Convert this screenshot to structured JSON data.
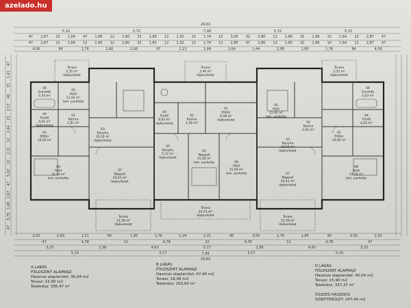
{
  "watermark": "azelado.hu",
  "dims": {
    "top_total": "29,63",
    "top_sub": [
      "5,10",
      "5,72",
      "7,99",
      "5,72",
      "5,10"
    ],
    "top_row1": [
      "47",
      "2,87",
      "12",
      "1,64",
      "47",
      "1,86",
      "12",
      "2,80",
      "32",
      "1,86",
      "12",
      "1,32",
      "12",
      "1,74",
      "12",
      "3,06",
      "32",
      "2,80",
      "12",
      "1,86",
      "32",
      "1,86",
      "12",
      "1,64",
      "12",
      "2,87",
      "47"
    ],
    "top_row2": [
      "47",
      "2,87",
      "12",
      "1,64",
      "12",
      "1,85",
      "12",
      "2,80",
      "32",
      "1,85",
      "12",
      "1,32",
      "12",
      "1,74",
      "12",
      "2,85",
      "47",
      "2,80",
      "12",
      "1,85",
      "32",
      "1,85",
      "15",
      "1,64",
      "12",
      "2,87",
      "47"
    ],
    "top_row3": [
      "4,56",
      "84",
      "1,76",
      "1,80",
      "2,06",
      "97",
      "1,13",
      "1,84",
      "2,64",
      "1,44",
      "2,06",
      "1,80",
      "1,76",
      "84",
      "4,56"
    ],
    "bottom_row1": [
      "2,55",
      "2,63",
      "1,21",
      "90",
      "1,85",
      "1,76",
      "1,24",
      "2,21",
      "90",
      "3,55",
      "1,76",
      "1,85",
      "90",
      "2,55",
      "2,55"
    ],
    "bottom_row2": [
      "47",
      "4,78",
      "12",
      "4,78",
      "32",
      "4,78",
      "12",
      "4,78",
      "47"
    ],
    "bottom_row3": [
      "5,25",
      "2,38",
      "4,63",
      "5,17",
      "2,58",
      "4,63",
      "5,25"
    ],
    "bottom_row4": [
      "5,10",
      "5,17",
      "5,17",
      "5,10"
    ],
    "bottom_total": "29,63",
    "bottom_sub": "7,99",
    "left_col": [
      "47",
      "1,41",
      "15",
      "40",
      "2,17",
      "15",
      "2,44",
      "12",
      "2,11",
      "12",
      "5,02",
      "47",
      "2,67",
      "1,45",
      "5,75",
      "47"
    ]
  },
  "rooms": [
    {
      "id": "A-terasz-n",
      "lines": [
        "Terasz",
        "3,35 m²",
        "lépburkolat"
      ]
    },
    {
      "id": "A-05",
      "lines": [
        "05",
        "Háló",
        "11,92 m²",
        "lam. parketta"
      ]
    },
    {
      "id": "A-06",
      "lines": [
        "06",
        "Gardrób",
        "2,43 m²"
      ]
    },
    {
      "id": "A-04",
      "lines": [
        "04",
        "Fürdő",
        "4,02 m²",
        "lépburkolat"
      ]
    },
    {
      "id": "A-02",
      "lines": [
        "02",
        "Kamra",
        "2,91 m²"
      ]
    },
    {
      "id": "A-01",
      "lines": [
        "01",
        "Előtér",
        "10,00 m²"
      ]
    },
    {
      "id": "A-03",
      "lines": [
        "03",
        "Konyha",
        "10,52 m²",
        "lépburkolat"
      ]
    },
    {
      "id": "A-08",
      "lines": [
        "08",
        "Háló",
        "14,34 m²",
        "lam. parketta"
      ]
    },
    {
      "id": "A-07",
      "lines": [
        "07",
        "Nappali",
        "20,41 m²",
        "lépburkolat"
      ]
    },
    {
      "id": "A-terasz-s",
      "lines": [
        "Terasz",
        "12,36 m²",
        "lépburkolat"
      ]
    },
    {
      "id": "B-terasz-n",
      "lines": [
        "Terasz",
        "3,40 m²",
        "lépburkolat"
      ]
    },
    {
      "id": "B-04",
      "lines": [
        "04",
        "Fürdő",
        "8,02 m²",
        "lépburkolat"
      ]
    },
    {
      "id": "B-01",
      "lines": [
        "01",
        "Előtér",
        "9,58 m²",
        "lépburkolat"
      ]
    },
    {
      "id": "B-02",
      "lines": [
        "02",
        "Kamra",
        "1,40 m²"
      ]
    },
    {
      "id": "B-05",
      "lines": [
        "05",
        "Konyha",
        "5,12 m²",
        "lépburkolat"
      ]
    },
    {
      "id": "B-03",
      "lines": [
        "03",
        "Nappali",
        "15,18 m²",
        "lam. parketta"
      ]
    },
    {
      "id": "B-06",
      "lines": [
        "06",
        "Háló",
        "15,00 m²",
        "lam. parketta"
      ]
    },
    {
      "id": "B-terasz-s",
      "lines": [
        "Terasz",
        "20,31 m²",
        "lépburkolat"
      ]
    },
    {
      "id": "D-terasz-n",
      "lines": [
        "Terasz",
        "3,35 m²",
        "lépburkolat"
      ]
    },
    {
      "id": "D-05",
      "lines": [
        "05",
        "Háló",
        "11,92 m²",
        "lam. parketta"
      ]
    },
    {
      "id": "D-04",
      "lines": [
        "04",
        "Fürdő",
        "4,02 m²"
      ]
    },
    {
      "id": "D-02",
      "lines": [
        "02",
        "Kamra",
        "2,91 m²"
      ]
    },
    {
      "id": "D-01",
      "lines": [
        "01",
        "Előtér",
        "10,00 m²"
      ]
    },
    {
      "id": "D-03",
      "lines": [
        "03",
        "Konyha",
        "10,52 m²",
        "lépburkolat"
      ]
    },
    {
      "id": "D-06",
      "lines": [
        "06",
        "Gardrób",
        "2,43 m²"
      ]
    },
    {
      "id": "D-07",
      "lines": [
        "07",
        "Nappali",
        "20,41 m²",
        "lépburkolat"
      ]
    },
    {
      "id": "D-08",
      "lines": [
        "08",
        "Háló",
        "14,34 m²",
        "lam. parketta"
      ]
    },
    {
      "id": "D-terasz-s",
      "lines": [
        "Terasz",
        "12,36 m²",
        "lépburkolat"
      ]
    }
  ],
  "titles": {
    "a": {
      "name": "A LAKÁS",
      "floor": "FÖLDSZINT ALAPRAJZ",
      "useful": "Hasznos alapterület: 90,04 m2",
      "terrace": "Terasz: 15,90 m2",
      "plot": "Telekrész: 336,47 m²"
    },
    "b": {
      "name": "B LAKÁS",
      "floor": "FÖLDSZINT ALAPRAJZ",
      "useful": "Hasznos alapterület: 67,40 m2",
      "terrace": "Terasz: 18,99 m2",
      "plot": "Telekrész: 203,60 m²"
    },
    "d": {
      "name": "D LAKÁS",
      "floor": "FÖLDSZINT ALAPRAJZ",
      "useful": "Hasznos alapterület: 90,04 m2",
      "terrace": "Terasz: 15,90 m2",
      "plot": "Telekrész: 337,37 m²"
    },
    "total": {
      "label": "ÖSSZES HASZNOS",
      "value": "SZINTTERÜLET: 247,44 m2"
    }
  }
}
